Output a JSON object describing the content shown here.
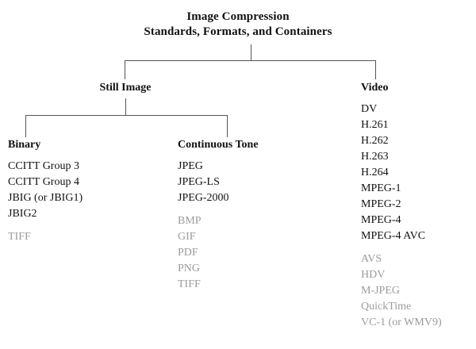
{
  "title": {
    "line1": "Image Compression",
    "line2": "Standards, Formats, and Containers"
  },
  "colors": {
    "text": "#111111",
    "muted": "#9b9b9b",
    "line": "#555555",
    "background": "#ffffff"
  },
  "nodes": {
    "still_image": {
      "label": "Still Image"
    },
    "video": {
      "label": "Video"
    },
    "binary": {
      "label": "Binary"
    },
    "continuous_tone": {
      "label": "Continuous Tone"
    }
  },
  "columns": {
    "binary": {
      "heading": "Binary",
      "primary": [
        "CCITT Group 3",
        "CCITT Group 4",
        "JBIG (or JBIG1)",
        "JBIG2"
      ],
      "secondary": [
        "TIFF"
      ]
    },
    "continuous_tone": {
      "heading": "Continuous Tone",
      "primary": [
        "JPEG",
        "JPEG-LS",
        "JPEG-2000"
      ],
      "secondary": [
        "BMP",
        "GIF",
        "PDF",
        "PNG",
        "TIFF"
      ]
    },
    "video": {
      "heading": "Video",
      "primary": [
        "DV",
        "H.261",
        "H.262",
        "H.263",
        "H.264",
        "MPEG-1",
        "MPEG-2",
        "MPEG-4",
        "MPEG-4 AVC"
      ],
      "secondary": [
        "AVS",
        "HDV",
        "M-JPEG",
        "QuickTime",
        "VC-1 (or WMV9)"
      ]
    }
  }
}
